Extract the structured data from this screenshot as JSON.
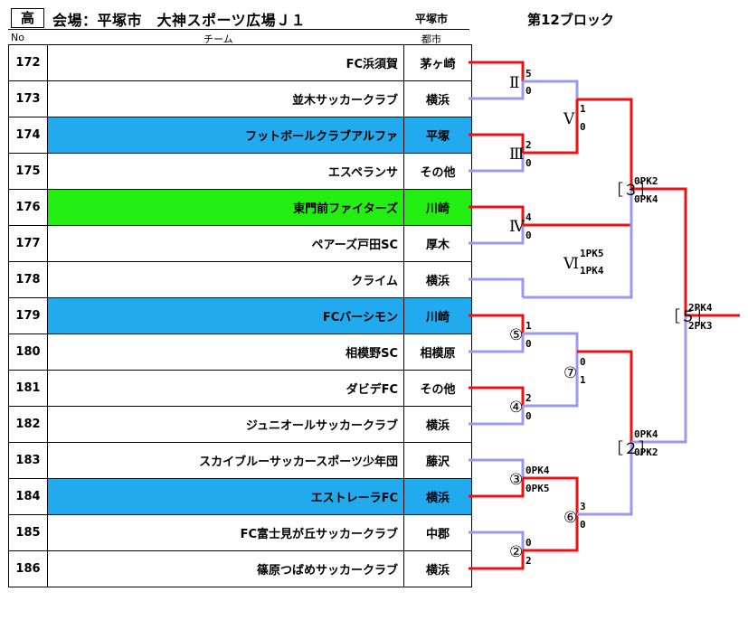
{
  "header": {
    "badge": "高",
    "venue": "会場：平塚市　大神スポーツ広場Ｊ１",
    "city": "平塚市",
    "block": "第12ブロック"
  },
  "columns": {
    "no": "No",
    "team": "チーム",
    "city": "都市"
  },
  "teams": [
    {
      "no": "172",
      "name": "FC浜須賀",
      "city": "茅ヶ崎",
      "hl": ""
    },
    {
      "no": "173",
      "name": "並木サッカークラブ",
      "city": "横浜",
      "hl": ""
    },
    {
      "no": "174",
      "name": "フットボールクラブアルファ",
      "city": "平塚",
      "hl": "blue"
    },
    {
      "no": "175",
      "name": "エスペランサ",
      "city": "その他",
      "hl": ""
    },
    {
      "no": "176",
      "name": "東門前ファイターズ",
      "city": "川崎",
      "hl": "green"
    },
    {
      "no": "177",
      "name": "ペアーズ戸田SC",
      "city": "厚木",
      "hl": ""
    },
    {
      "no": "178",
      "name": "クライム",
      "city": "横浜",
      "hl": ""
    },
    {
      "no": "179",
      "name": "FCバーシモン",
      "city": "川崎",
      "hl": "blue"
    },
    {
      "no": "180",
      "name": "相模野SC",
      "city": "相模原",
      "hl": ""
    },
    {
      "no": "181",
      "name": "ダビデFC",
      "city": "その他",
      "hl": ""
    },
    {
      "no": "182",
      "name": "ジュニオールサッカークラブ",
      "city": "横浜",
      "hl": ""
    },
    {
      "no": "183",
      "name": "スカイブルーサッカースポーツ少年団",
      "city": "藤沢",
      "hl": ""
    },
    {
      "no": "184",
      "name": "エストレーラFC",
      "city": "横浜",
      "hl": "blue"
    },
    {
      "no": "185",
      "name": "FC富士見が丘サッカークラブ",
      "city": "中郡",
      "hl": ""
    },
    {
      "no": "186",
      "name": "篠原つばめサッカークラブ",
      "city": "横浜",
      "hl": ""
    }
  ],
  "bracket": {
    "round_labels": [
      "Ⅱ",
      "Ⅲ",
      "Ⅳ",
      "⑤",
      "④",
      "③",
      "②",
      "Ⅴ",
      "Ⅵ",
      "⑦",
      "⑥",
      "［３］",
      "［２］",
      "［５］"
    ],
    "scores": [
      "5",
      "0",
      "2",
      "0",
      "4",
      "0",
      "1",
      "0",
      "2",
      "0",
      "0PK4",
      "0PK5",
      "0",
      "1",
      "0",
      "2",
      "1PK5",
      "1PK4",
      "1",
      "0",
      "3",
      "0",
      "0PK2",
      "0PK4",
      "0PK4",
      "0PK2",
      "2PK4",
      "2PK3"
    ],
    "colors": {
      "win": "#ee1111",
      "loss": "#9999ee"
    }
  }
}
